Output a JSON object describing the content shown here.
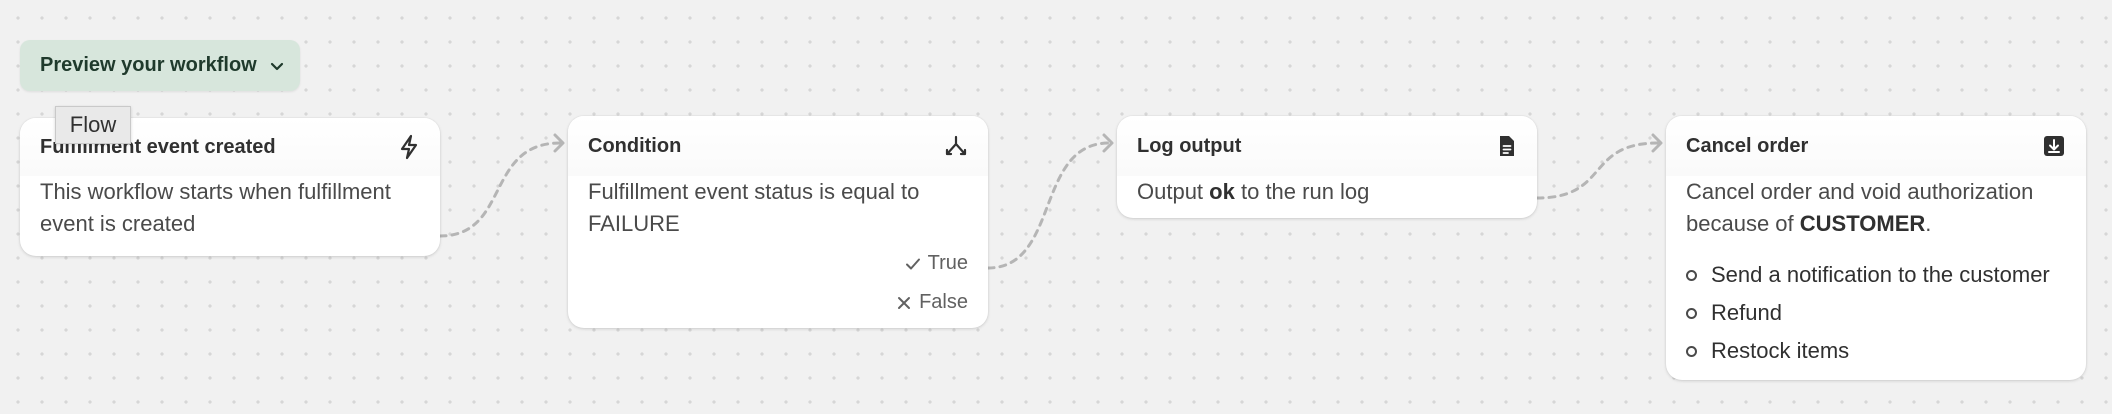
{
  "preview_button": {
    "label": "Preview your workflow",
    "icon": "chevron-down-icon"
  },
  "tooltip": {
    "text": "Flow"
  },
  "colors": {
    "canvas": "#f1f1f1",
    "dot": "#d6d6d6",
    "preview_bg": "#d7e6dc",
    "preview_text": "#1f3a2c",
    "connector": "#b5b5b5"
  },
  "trigger_card": {
    "title": "Fulfillment event created",
    "icon": "lightning-bolt-icon",
    "description": "This workflow starts when fulfillment event is created"
  },
  "condition_card": {
    "title": "Condition",
    "icon": "branch-icon",
    "text_before": "Fulfillment event status is equal to",
    "value": "FAILURE",
    "true_label": "True",
    "false_label": "False"
  },
  "log_card": {
    "title": "Log output",
    "icon": "document-icon",
    "text_before": "Output",
    "value": "ok",
    "text_after": "to the run log"
  },
  "cancel_card": {
    "title": "Cancel order",
    "icon": "download-icon",
    "text_before": "Cancel order and void authorization because of",
    "reason": "CUSTOMER",
    "text_after": ".",
    "actions": [
      "Send a notification to the customer",
      "Refund",
      "Restock items"
    ]
  }
}
